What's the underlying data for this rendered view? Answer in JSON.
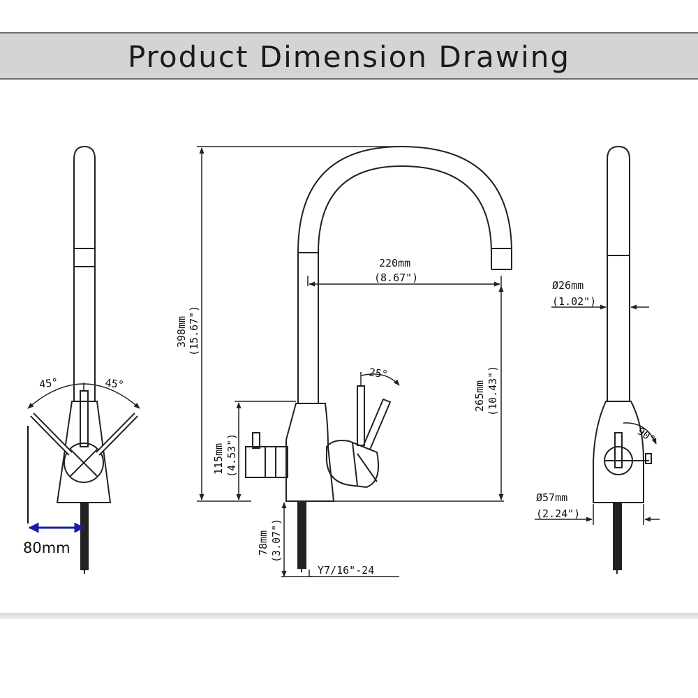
{
  "title": "Product Dimension Drawing",
  "dimensions": {
    "side_left_angle_left": "45°",
    "side_left_angle_right": "45°",
    "base_width_mm": "80mm",
    "height_mm": "398mm",
    "height_in": "(15.67\")",
    "reach_mm": "220mm",
    "reach_in": "(8.67\")",
    "spout_clearance_mm": "265mm",
    "spout_clearance_in": "(10.43\")",
    "handle_angle": "25°",
    "handle_height_mm": "115mm",
    "handle_height_in": "(4.53\")",
    "shank_mm": "78mm",
    "shank_in": "(3.07\")",
    "thread": "Y7/16\"-24",
    "tube_diameter_mm": "Ø26mm",
    "tube_diameter_in": "(1.02\")",
    "right_handle_angle": "90°",
    "base_diameter_mm": "Ø57mm",
    "base_diameter_in": "(2.24\")"
  },
  "colors": {
    "line": "#222222",
    "accent_arrow": "#1a1aa8",
    "title_bg": "#d4d4d4"
  }
}
